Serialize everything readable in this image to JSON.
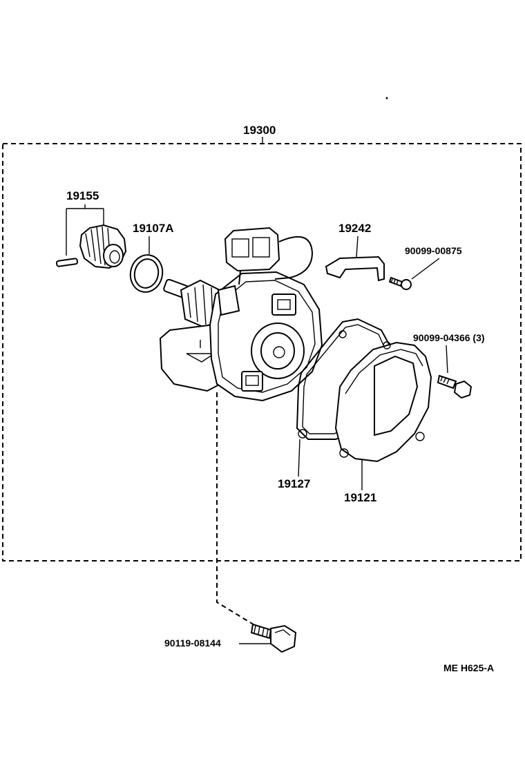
{
  "diagram": {
    "assembly_label": "19300",
    "footer_code": "ME  H625-A",
    "parts": [
      {
        "id": "gear",
        "number": "19155"
      },
      {
        "id": "oring",
        "number": "19107A"
      },
      {
        "id": "bracket",
        "number": "19242"
      },
      {
        "id": "screw",
        "number": "90099-00875"
      },
      {
        "id": "cap-bolt",
        "number": "90099-04366 (3)"
      },
      {
        "id": "gasket",
        "number": "19127"
      },
      {
        "id": "cap",
        "number": "19121"
      },
      {
        "id": "mount-bolt",
        "number": "90119-08144"
      }
    ]
  }
}
